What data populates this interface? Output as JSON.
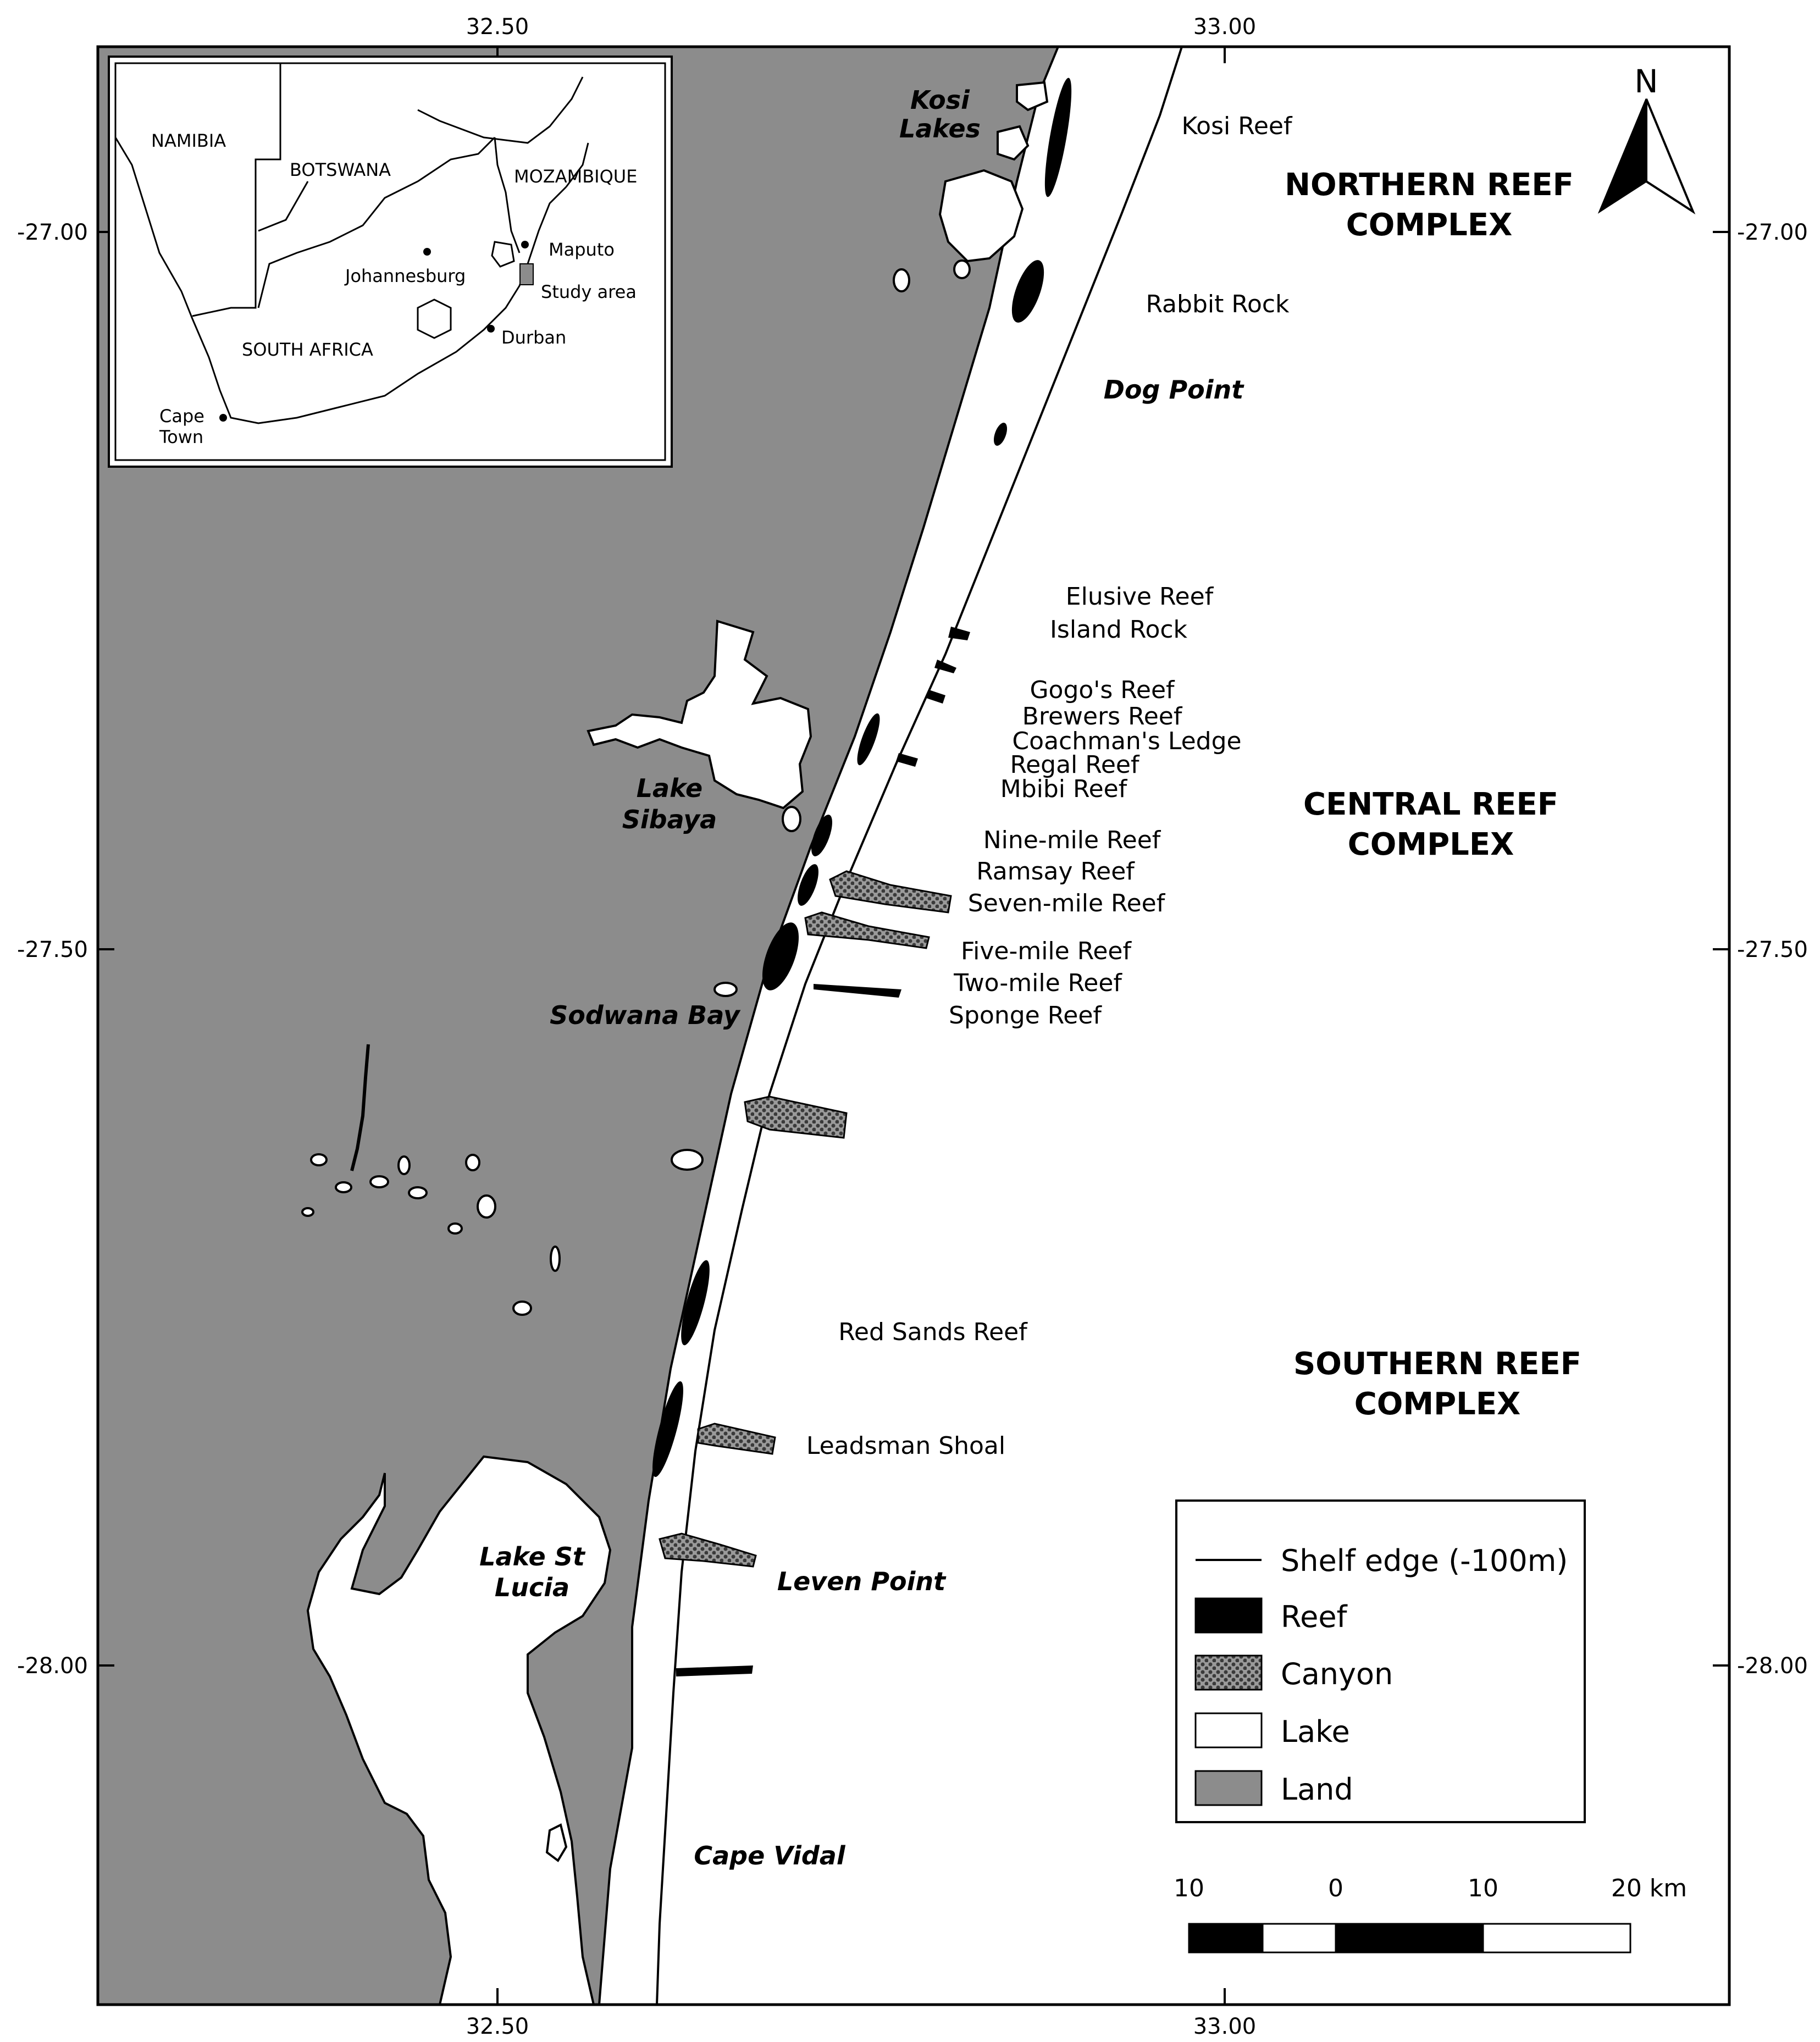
{
  "axes": {
    "top_ticks": [
      "32.50",
      "33.00"
    ],
    "bottom_ticks": [
      "32.50",
      "33.00"
    ],
    "left_ticks": [
      "-27.00",
      "-27.50",
      "-28.00"
    ],
    "right_ticks": [
      "-27.00",
      "-27.50",
      "-28.00"
    ]
  },
  "north_arrow": {
    "label": "N"
  },
  "inset": {
    "countries": [
      "NAMIBIA",
      "BOTSWANA",
      "MOZAMBIQUE",
      "SOUTH AFRICA"
    ],
    "cities": [
      "Johannesburg",
      "Maputo",
      "Durban",
      "Cape",
      "Town"
    ],
    "study_area": "Study area"
  },
  "places": {
    "kosi_lakes": [
      "Kosi",
      "Lakes"
    ],
    "lake_sibaya": [
      "Lake",
      "Sibaya"
    ],
    "sodwana_bay": "Sodwana Bay",
    "lake_st_lucia": [
      "Lake St",
      "Lucia"
    ],
    "leven_point": "Leven Point",
    "cape_vidal": "Cape Vidal",
    "dog_point": "Dog Point"
  },
  "reefs": [
    "Kosi Reef",
    "Rabbit Rock",
    "Elusive Reef",
    "Island Rock",
    "Gogo's Reef",
    "Brewers Reef",
    "Coachman's Ledge",
    "Regal Reef",
    "Mbibi Reef",
    "Nine-mile Reef",
    "Ramsay Reef",
    "Seven-mile Reef",
    "Five-mile Reef",
    "Two-mile Reef",
    "Sponge Reef",
    "Red Sands Reef",
    "Leadsman Shoal"
  ],
  "complexes": {
    "northern": [
      "NORTHERN REEF",
      "COMPLEX"
    ],
    "central": [
      "CENTRAL REEF",
      "COMPLEX"
    ],
    "southern": [
      "SOUTHERN REEF",
      "COMPLEX"
    ]
  },
  "legend": {
    "items": [
      {
        "label": "Shelf edge (-100m)",
        "symbol": "line"
      },
      {
        "label": "Reef",
        "symbol": "reef",
        "color": "#000000"
      },
      {
        "label": "Canyon",
        "symbol": "canyon",
        "color": "#6e6e6e"
      },
      {
        "label": "Lake",
        "symbol": "lake",
        "color": "#ffffff"
      },
      {
        "label": "Land",
        "symbol": "land",
        "color": "#8c8c8c"
      }
    ]
  },
  "scale_bar": {
    "labels": [
      "10",
      "0",
      "10",
      "20 km"
    ]
  },
  "colors": {
    "land": "#8c8c8c",
    "lake": "#ffffff",
    "sea": "#ffffff",
    "reef": "#000000",
    "canyon": "#6e6e6e"
  }
}
